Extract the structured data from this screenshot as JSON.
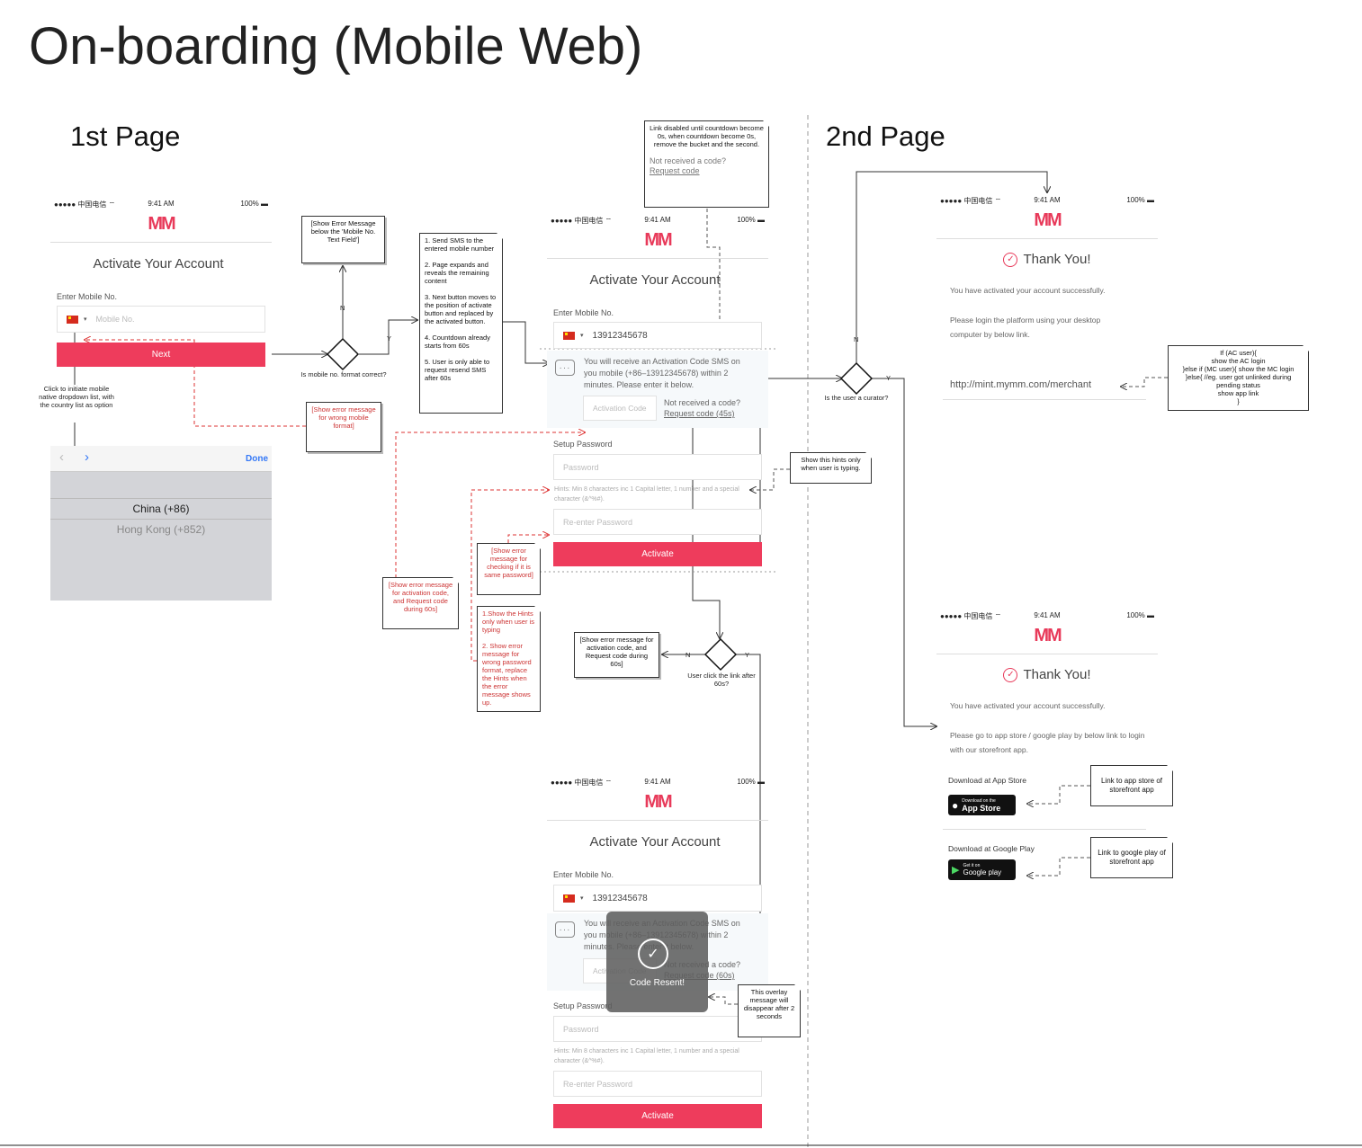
{
  "title": "On-boarding (Mobile Web)",
  "section1_title": "1st Page",
  "section2_title": "2nd Page",
  "status_bar": {
    "carrier": "●●●●● 中国电信 ⌔",
    "time": "9:41 AM",
    "battery": "100% ▬"
  },
  "logo": "MM",
  "screen": {
    "title": "Activate Your Account",
    "mobile_label": "Enter Mobile No.",
    "mobile_placeholder": "Mobile No.",
    "mobile_value": "13912345678",
    "next_button": "Next",
    "sms_info": "You will receive an Activation Code SMS on you mobile (+86–13912345678) within 2 minutes. Please enter it below.",
    "activation_placeholder": "Activation Code",
    "not_received": "Not received a code?",
    "request_code_45": "Request code (45s)",
    "request_code_60": "Request code (60s)",
    "setup_password_label": "Setup Password",
    "password_placeholder": "Password",
    "password_hint": "Hints: Min 8 characters inc 1 Capital letter, 1 number and a special character (&^%#).",
    "reenter_placeholder": "Re-enter Password",
    "activate_button": "Activate",
    "overlay_text": "Code Resent!"
  },
  "picker": {
    "done": "Done",
    "options": [
      "China (+86)",
      "Hong Kong (+852)"
    ]
  },
  "thank_you": {
    "title": "Thank You!",
    "activated": "You have activated your account successfully.",
    "login_desktop": "Please login the platform using your desktop computer by below link.",
    "url": "http://mint.mymm.com/merchant",
    "app_store_text": "Please go to app store / google play by below link to login with our storefront app.",
    "download_app_store": "Download at App Store",
    "download_google_play": "Download at Google Play",
    "app_store_small": "Download on the",
    "app_store_big": "App Store",
    "google_small": "Get it on",
    "google_big": "Google play"
  },
  "notes": {
    "dropdown": "Click to initiate mobile native dropdown list, with the country list as option",
    "show_error_field": "[Show Error Message below the 'Mobile No. Text Field']",
    "send_sms": "1. Send SMS to the entered mobile number\n\n2. Page expands and reveals the remaining content\n\n3. Next button moves to the position of activate button and replaced by the activated button.\n\n4. Countdown already starts from 60s\n\n5. User is only able to request resend SMS after 60s",
    "error_mobile_format": "[Show error message for wrong mobile format]",
    "link_disabled": "Link disabled until countdown become 0s, when countdown become 0s, remove the bucket and the second.",
    "link_disabled_sub1": "Not received a code?",
    "link_disabled_sub2": "Request code",
    "hints_typing": "Show this hints only when user is typing.",
    "error_same_password": "[Show error message for checking if it is same password]",
    "error_activation": "[Show error message for activation code, and Request code during 60s]",
    "hints_rules": "1.Show the Hints only when user is typing\n\n2. Show error message for wrong password format, replace the Hints when the error message shows up.",
    "error_activation_2": "[Show error message for activation code, and Request code during 60s]",
    "overlay_disappear": "This overlay message will disappear after 2 seconds",
    "ac_user": "If (AC user){\nshow the AC login\n}else if (MC user){ show the MC login\n}else{ //eg. user got unlinked during pending status\nshow app link\n}",
    "link_app_store": "Link to app store of storefront app",
    "link_google_play": "Link to google play of storefront app"
  },
  "decisions": {
    "mobile_format": "Is mobile no. format correct?",
    "curator": "Is the user a curator?",
    "click_link": "User click the link after 60s?",
    "yes": "Y",
    "no": "N"
  }
}
